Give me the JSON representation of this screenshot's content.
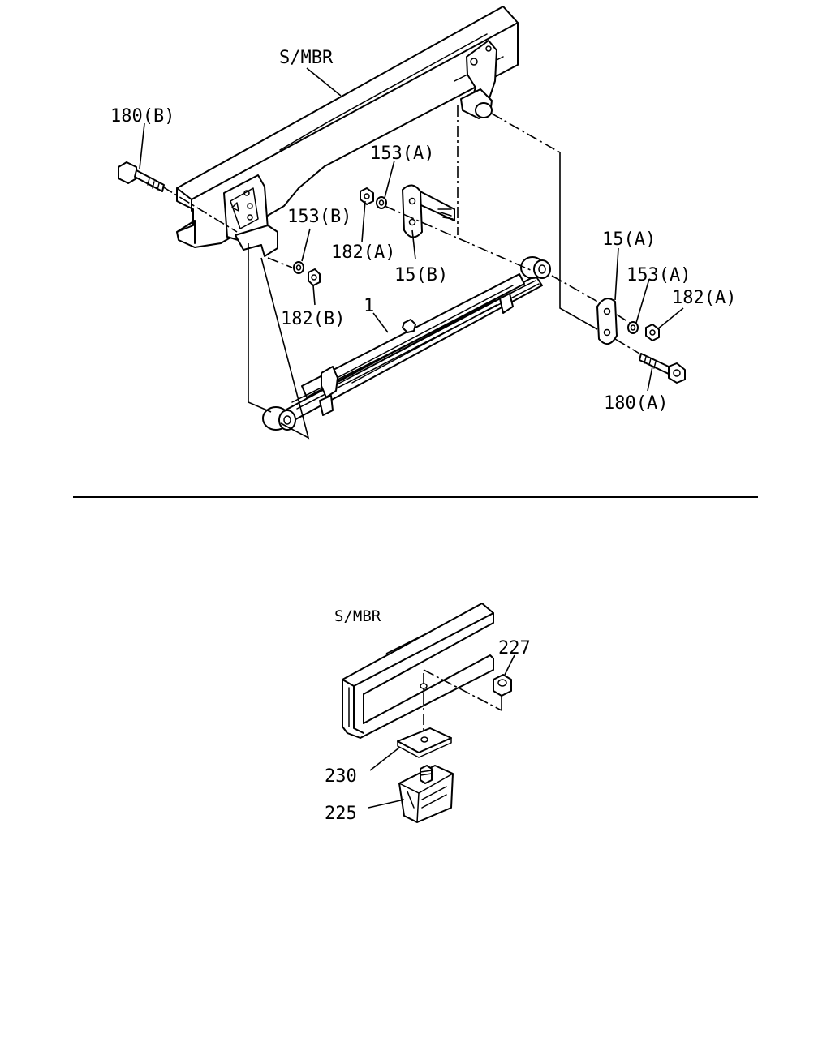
{
  "top_diagram": {
    "labels": {
      "smbr": "S/MBR",
      "p180b": "180(B)",
      "p153a_top": "153(A)",
      "p153b": "153(B)",
      "p182a_top": "182(A)",
      "p15b": "15(B)",
      "p182b": "182(B)",
      "p1": "1",
      "p15a": "15(A)",
      "p153a_right": "153(A)",
      "p182a_right": "182(A)",
      "p180a": "180(A)"
    }
  },
  "bottom_diagram": {
    "labels": {
      "smbr": "S/MBR",
      "p227": "227",
      "p230": "230",
      "p225": "225"
    }
  }
}
